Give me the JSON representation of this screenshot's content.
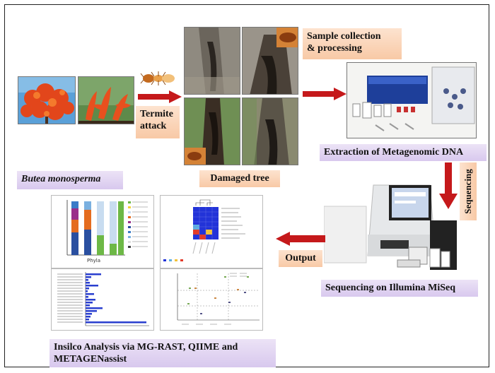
{
  "labels": {
    "butea": "Butea monosperma",
    "termite": "Termite\nattack",
    "damaged": "Damaged tree",
    "sample": "Sample collection\n& processing",
    "extraction": "Extraction of Metagenomic DNA",
    "sequencing_arrow": "Sequencing",
    "sequencing": "Sequencing on Illumina MiSeq",
    "output": "Output",
    "insilico": "Insilco Analysis via MG-RAST, QIIME and\nMETAGENassist"
  },
  "colors": {
    "arrow": "#c5191b",
    "peach": "#f8c9a6",
    "lavender": "#d8c8ee"
  },
  "bar_panel": {
    "xlabel": "Phyla"
  }
}
